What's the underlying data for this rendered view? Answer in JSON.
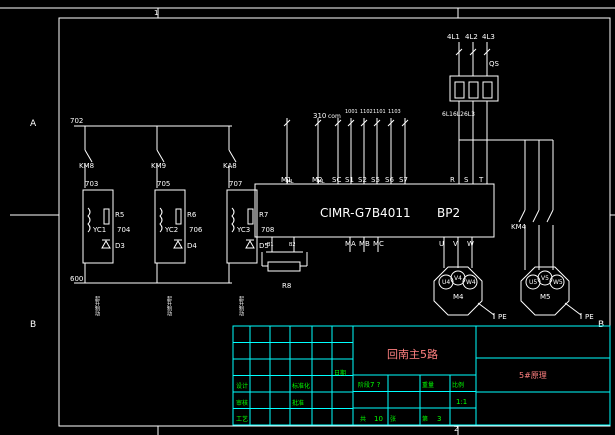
{
  "colors": {
    "background": "#000000",
    "wire": "#ffffff",
    "frame": "#00ffff",
    "title_text": "#00ff00",
    "yellow": "#ffff00"
  },
  "border": {
    "col_labels": [
      "1",
      "2"
    ],
    "row_labels": [
      "A",
      "B"
    ]
  },
  "power_supply": {
    "lines": [
      "4L1",
      "4L2",
      "4L3"
    ],
    "breaker": "QS",
    "outputs": "6L16L26L3"
  },
  "brake_circuits": {
    "wire_top": "702",
    "wire_bottom": "600",
    "branches": [
      {
        "contact": "KM8",
        "node_top": "703",
        "coil": "YC1",
        "resistor": "R5",
        "node_mid": "704",
        "diode": "D3",
        "label": "起升制动"
      },
      {
        "contact": "KM9",
        "node_top": "705",
        "coil": "YC2",
        "resistor": "R6",
        "node_mid": "706",
        "diode": "D4",
        "label": "起升制动"
      },
      {
        "contact": "KA8",
        "node_top": "707",
        "coil": "YC3",
        "resistor": "R7",
        "node_mid": "708",
        "diode": "D5",
        "label": "起升制动"
      }
    ]
  },
  "inverter": {
    "model": "CIMR-G7B4011",
    "tag": "BP2",
    "upper_terminals": [
      "M1",
      "M2",
      "SC",
      "S1",
      "S2",
      "S5",
      "S6",
      "S7",
      "R",
      "S",
      "T"
    ],
    "lower_terminals": [
      "B1",
      "B2",
      "MA",
      "MB",
      "MC",
      "U",
      "V",
      "W"
    ],
    "wire_nums": [
      "310",
      "1001",
      "1102",
      "1101",
      "1103"
    ],
    "com_label": "com",
    "hl_label": "HL",
    "brake_resistor": "R8"
  },
  "contactor": "KM4",
  "motors": [
    {
      "name": "M4",
      "terminals": [
        "U4",
        "V4",
        "W4"
      ],
      "pe": "PE"
    },
    {
      "name": "M5",
      "terminals": [
        "U5",
        "V5",
        "W5"
      ],
      "pe": "PE"
    }
  ],
  "title_block": {
    "title": "回南主5路",
    "subtitle": "5#原理",
    "labels": [
      "设计",
      "审核",
      "工艺",
      "标准化",
      "批准",
      "日期",
      "阶段",
      "重量",
      "比例",
      "共",
      "张",
      "第"
    ],
    "values": [
      "7 ?",
      "1:1",
      "10",
      "3"
    ]
  }
}
